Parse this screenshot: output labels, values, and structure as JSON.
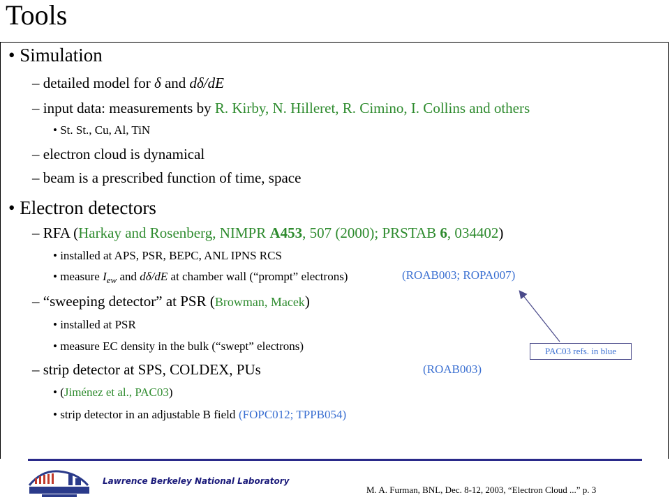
{
  "title": "Tools",
  "sim": {
    "heading": "Simulation",
    "model_pre": "detailed model for ",
    "delta": "δ",
    "model_mid": " and ",
    "model_deriv": "dδ/dE",
    "input_pre": "input data: measurements by ",
    "input_names": "R. Kirby, N. Hilleret, R. Cimino, I. Collins and others",
    "materials": "St. St., Cu, Al, TiN",
    "cloud": "electron cloud is dynamical",
    "beam": "beam is a prescribed function of time, space"
  },
  "det": {
    "heading": "Electron detectors",
    "rfa_pre": "RFA (",
    "rfa_ref1": "Harkay and Rosenberg, NIMPR ",
    "rfa_vol": "A453",
    "rfa_ref2": ", 507 (2000); PRSTAB ",
    "rfa_vol2": "6",
    "rfa_ref3": ", 034402",
    "rfa_post": ")",
    "installed": "installed at APS, PSR, BEPC, ANL IPNS RCS",
    "measure_pre": "measure ",
    "measure_var": "I",
    "measure_sub": "ew",
    "measure_mid": " and ",
    "measure_deriv": "dδ/dE",
    "measure_post": " at chamber wall (“prompt” electrons)",
    "sweep_pre": "“sweeping detector” at PSR (",
    "sweep_names": "Browman, Macek",
    "sweep_post": ")",
    "sweep_installed": "installed at PSR",
    "sweep_measure": "measure EC density in the bulk (“swept” electrons)",
    "strip": "strip detector at SPS, COLDEX, PUs",
    "strip_ref_pre": "(",
    "strip_ref": "Jiménez et al., PAC03",
    "strip_ref_post": ")",
    "strip_field": "strip detector in an adjustable B field"
  },
  "overlays": {
    "ref1": "(ROAB003; ROPA007)",
    "ref2": "(ROAB003)",
    "ref3": "(FOPC012; TPPB054)"
  },
  "callout": "PAC03 refs. in blue",
  "footer": {
    "lab": "Lawrence Berkeley National Laboratory",
    "credit": "M. A. Furman, BNL, Dec. 8-12, 2003, “Electron Cloud ...”  p. 3"
  },
  "colors": {
    "green": "#2e8b2e",
    "blue": "#3a6fd1",
    "rule": "#2a2a8a"
  }
}
